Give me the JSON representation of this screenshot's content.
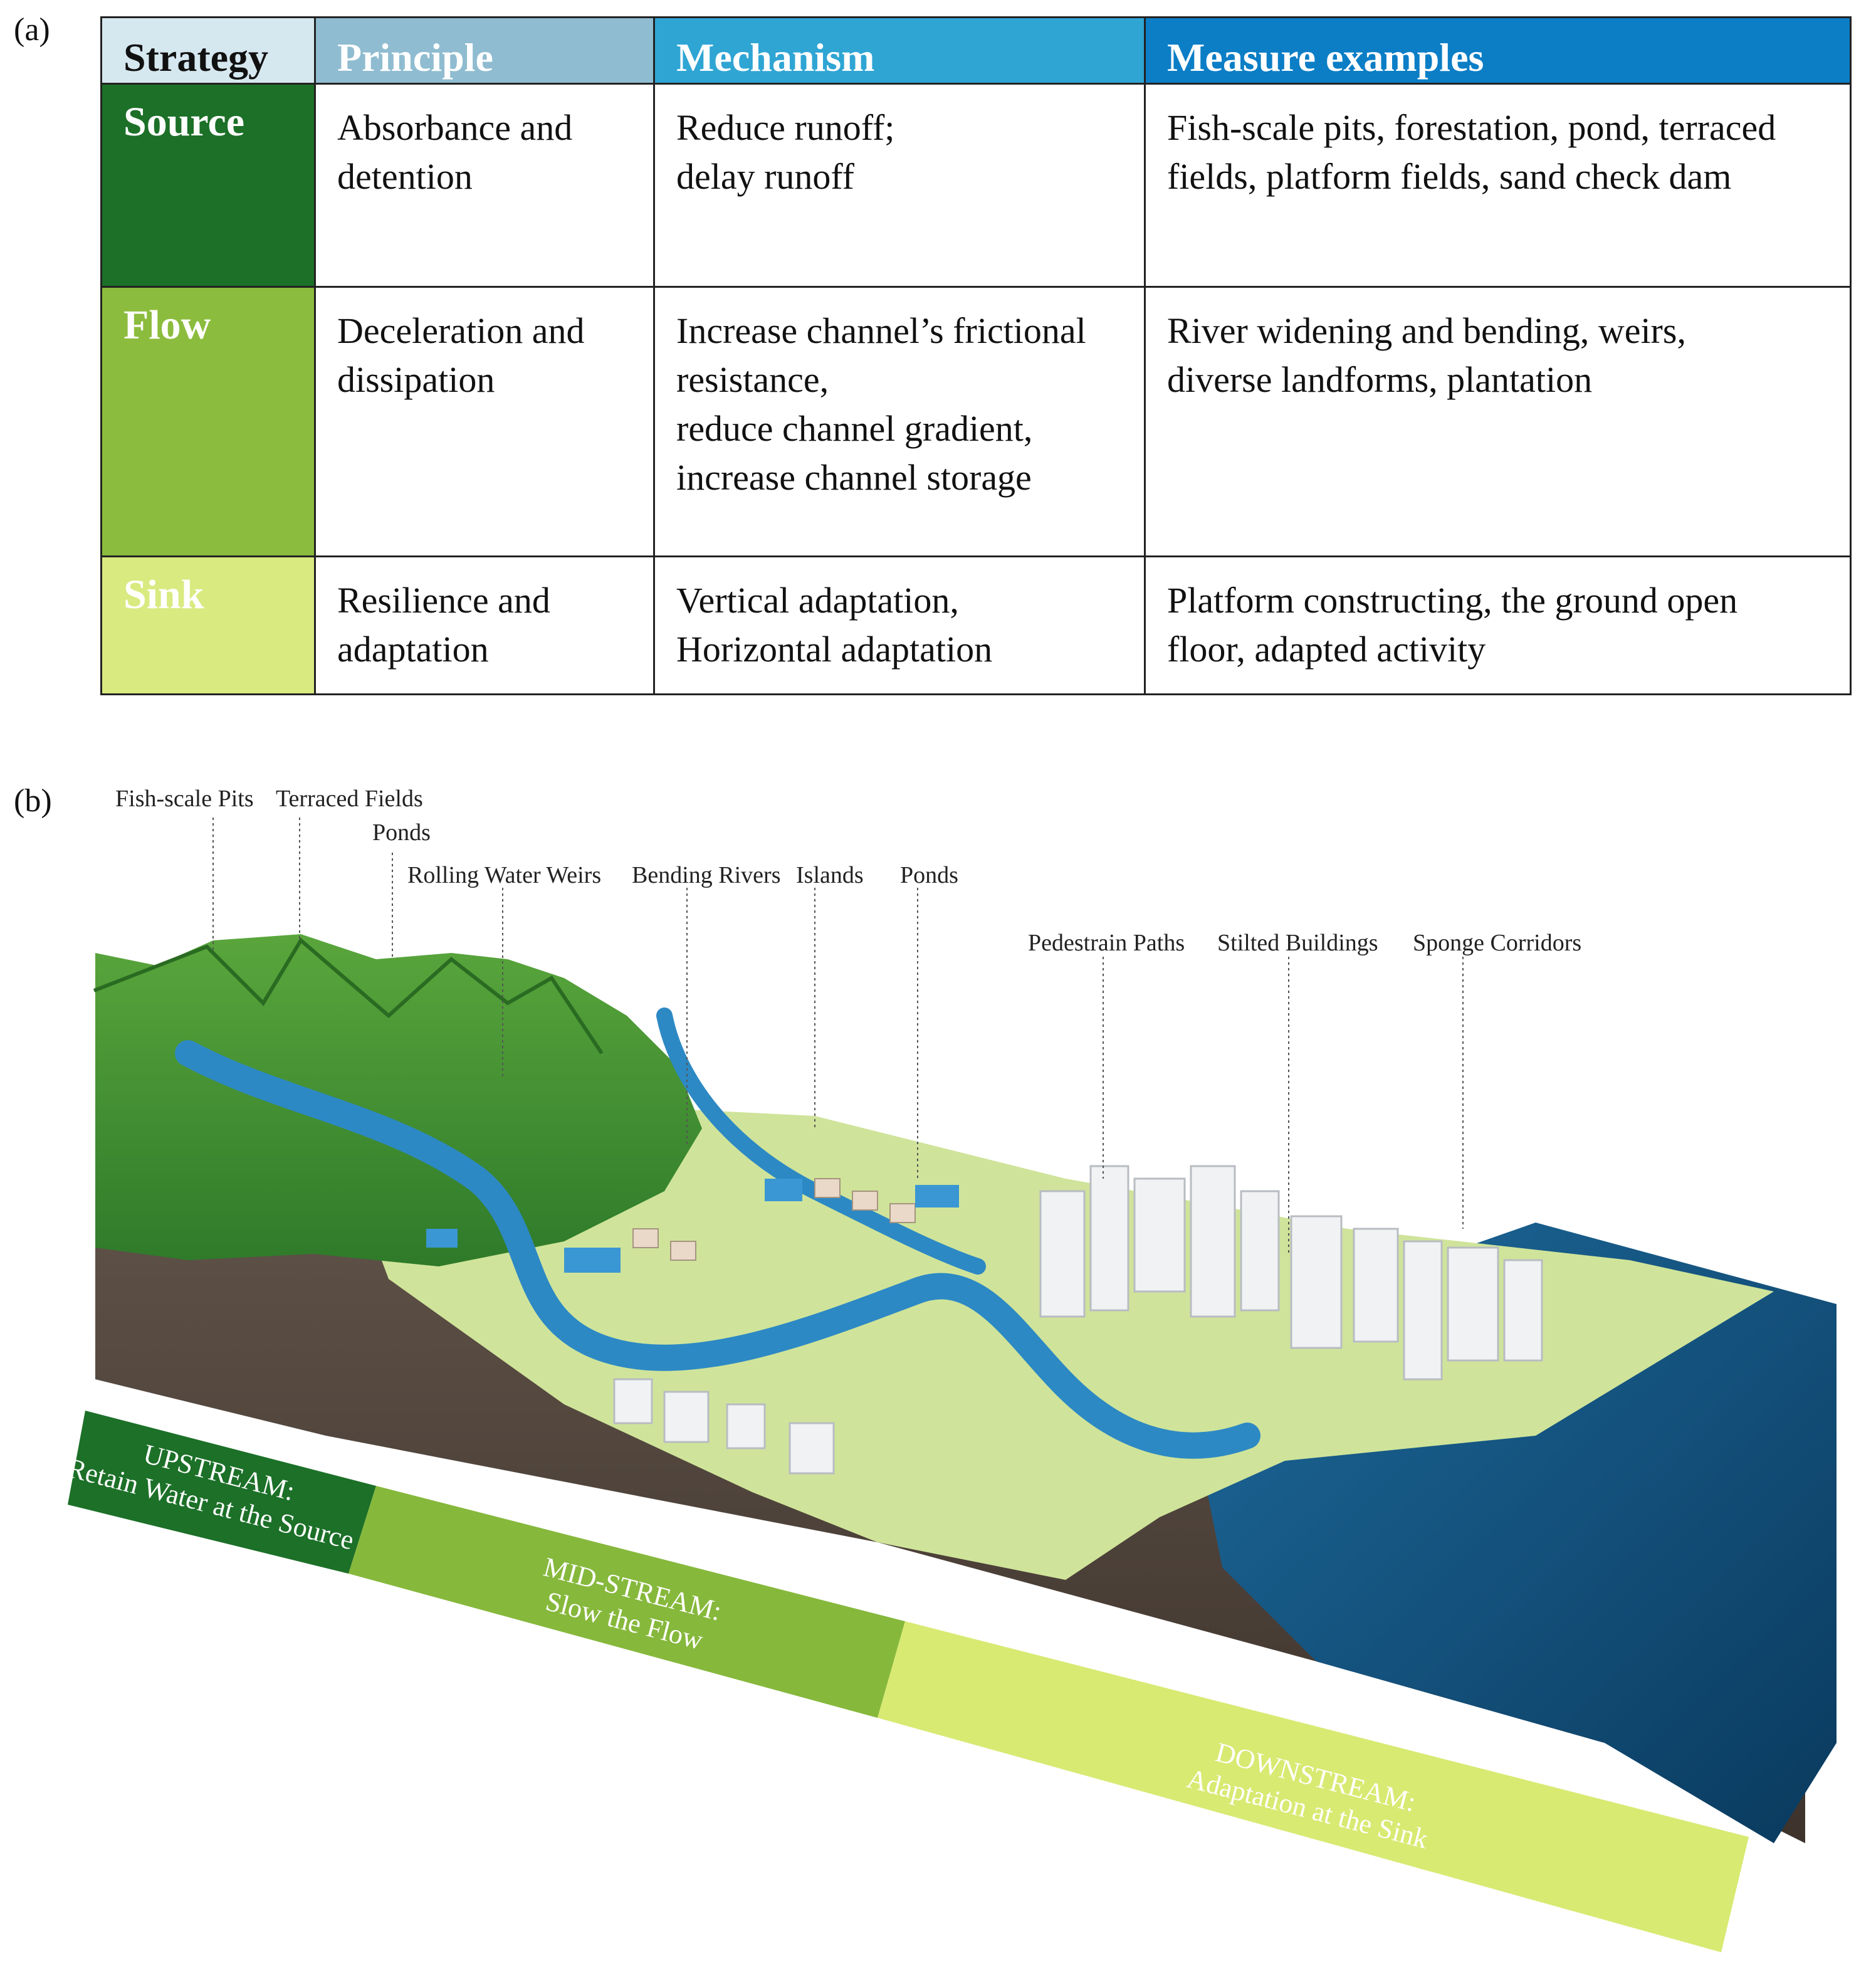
{
  "panel_a_label": "(a)",
  "panel_b_label": "(b)",
  "table": {
    "headers": [
      "Strategy",
      "Principle",
      "Mechanism",
      "Measure examples"
    ],
    "rows": [
      {
        "strategy": "Source",
        "principle": "Absorbance and\ndetention",
        "mechanism": "Reduce runoff;\ndelay runoff",
        "measures": "Fish-scale pits, forestation, pond, terraced\nfields,  platform fields, sand check dam"
      },
      {
        "strategy": "Flow",
        "principle": "Deceleration and\ndissipation",
        "mechanism": "Increase channel’s frictional\nresistance,\nreduce channel gradient,\nincrease channel storage",
        "measures": "River widening and bending, weirs,\ndiverse landforms, plantation"
      },
      {
        "strategy": "Sink",
        "principle": "Resilience and\nadaptation",
        "mechanism": "Vertical adaptation,\nHorizontal adaptation",
        "measures": "Platform constructing, the ground open\nfloor, adapted activity"
      }
    ],
    "colors": {
      "source": "#1c7028",
      "flow": "#8cbc3d",
      "sink": "#d9ea80",
      "principle_header": "#8fbcd0",
      "mechanism_header": "#2fa5d4",
      "measures_header": "#0b7ec6"
    }
  },
  "diagram": {
    "callouts": {
      "fish_scale_pits": "Fish-scale Pits",
      "terraced_fields": "Terraced Fields",
      "ponds_upstream": "Ponds",
      "rolling_water_weirs": "Rolling Water Weirs",
      "bending_rivers": "Bending Rivers",
      "islands": "Islands",
      "ponds_midstream": "Ponds",
      "pedestrian_paths": "Pedestrain Paths",
      "stilted_buildings": "Stilted Buildings",
      "sponge_corridors": "Sponge Corridors"
    },
    "bands": {
      "upstream_title": "UPSTREAM:",
      "upstream_subtitle": "Retain Water at the Source",
      "midstream_title": "MID-STREAM:",
      "midstream_subtitle": "Slow the Flow",
      "downstream_title": "DOWNSTREAM:",
      "downstream_subtitle": "Adaptation at the Sink"
    },
    "colors": {
      "upstream_band": "#1c7028",
      "midstream_band": "#86b83c",
      "downstream_band": "#d8ea72",
      "soil": "#5c4f45",
      "mountains": "#3f8f2f",
      "river": "#2d89c4",
      "sea": "#0e4e7a"
    }
  }
}
